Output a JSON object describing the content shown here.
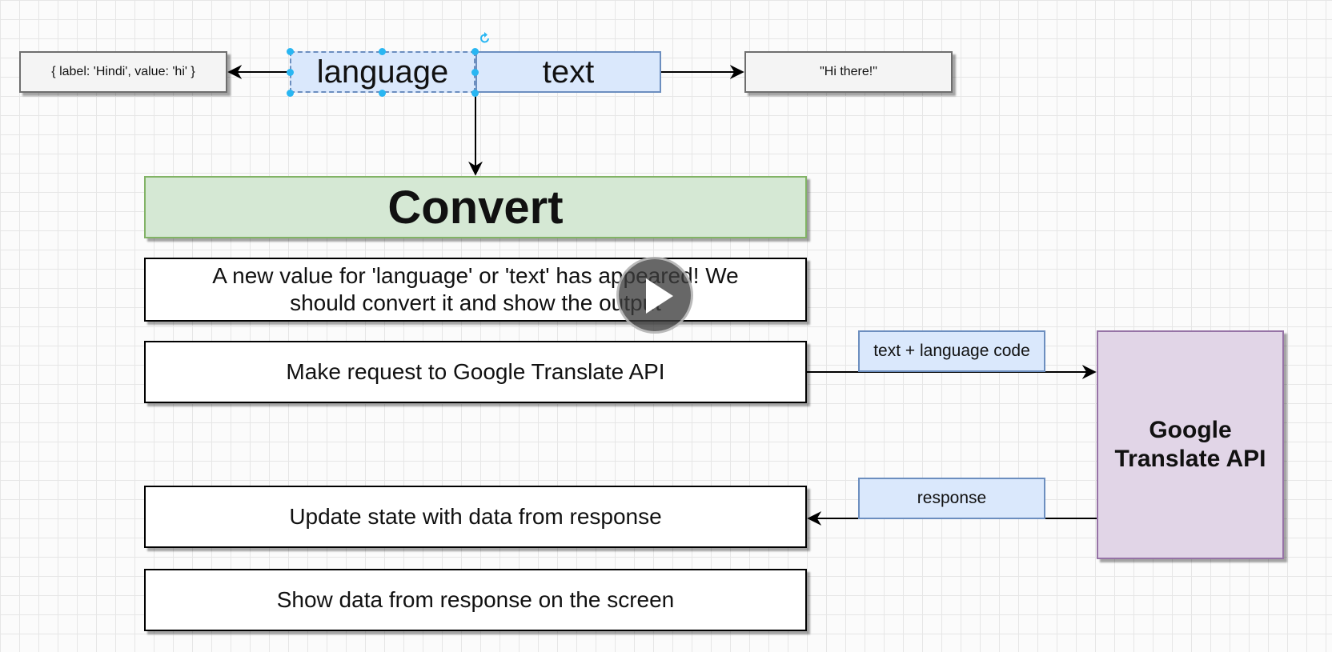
{
  "nodes": {
    "language_value": "{ label: 'Hindi', value: 'hi' }",
    "language": "language",
    "text": "text",
    "text_value": "\"Hi there!\"",
    "convert": "Convert",
    "step_appeared": "A new value for 'language' or 'text' has appeared! We should convert it and show the output",
    "step_request": "Make request to Google Translate API",
    "step_update": "Update state with data from response",
    "step_show": "Show data from response on the screen",
    "api": "Google Translate API"
  },
  "edge_labels": {
    "request": "text + language code",
    "response": "response"
  },
  "colors": {
    "grid": "#e6e6e6",
    "state_fill": "#dae8fc",
    "state_stroke": "#6c8ebf",
    "convert_fill": "#d5e8d4",
    "convert_stroke": "#82b366",
    "api_fill": "#e1d5e7",
    "api_stroke": "#9673a6",
    "selection": "#29b6f2"
  },
  "icons": [
    "play-icon",
    "rotate-handle-icon"
  ]
}
